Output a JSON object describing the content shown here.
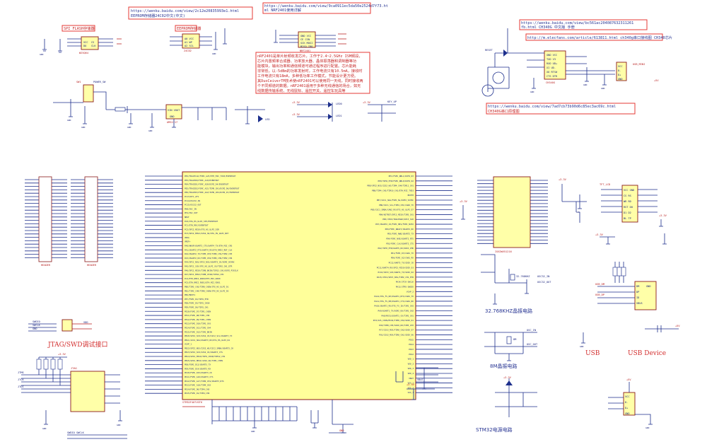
{
  "schematic": {
    "notes": {
      "flash_url": "https://wenku.baidu.com/view/2c12e20835993e1.html",
      "flash_desc": "SPI FLASH存储器",
      "eeprom_desc": "EEPROM存储器24C02中文(中文)",
      "eeprom_label": "EEPROM存储器",
      "nrf_url": "https://wenku.baidu.com/view/9ca0911ec5da50e2524d7f73.ht",
      "nrf_url_2": "ml NRF2401使用详解",
      "nrf_text": [
        "nRF2401是单片射频收发芯片，工作于2.4~2.5GHz ISM频段，",
        "芯片内置频率合成器、功率放大器、晶体振荡器和调制器等功",
        "能模块，输出功率和通信频道可通过程序进行配置。芯片能耗",
        "非常低，以-5dBm的功率发射时，工作电流只有10.5mA，接收时",
        "工作电流只有18mA，多种低功率工作模式，节能设计更方便。",
        "其DuoCeiverTM技术使nRF2401可以使用同一天线，同时接收两",
        "个不同频道的数据。nRF2401适用于多种无线通信的场合，如无",
        "线数据传输系统、无线鼠标、遥控开关、遥控车玩具等"
      ],
      "ch340_url_1": "https://wenku.baidu.com/view/bc561ac204087632311261",
      "ch340_url_1b": "fb.html  CH340G 中文版 手册",
      "ch340_url_2": "http://m.elecfans.com/article/613811.html ch340g串口接线图 CH340芯片",
      "ch340_url_3": "https://wenku.baidu.com/view/7ad7cb73b90d6c85ec3ac69c.html",
      "ch340_desc": "CH340G串口原理图",
      "jtag_title": "JTAG/SWD调试接口",
      "usb_label": "USB",
      "usb_device_label": "USB Device",
      "osc_32k": "32.768KHZ晶振电路",
      "osc_8m": "8M晶振电路",
      "stm32_power": "STM32电源电路"
    },
    "chips": {
      "mcu": "STM32F407VGT6",
      "flash": "W25Q64",
      "eeprom": "24C02",
      "nrf": "NRF2401",
      "ch340": "CH340G",
      "sram": "IS62WV51216",
      "usb": "USB_MINI"
    },
    "mcu_pins_left": [
      "PE2/TRACECLK/FSMC_A23/ETH_MII_TXD3/EVENTOUT",
      "PE3/TRACED0/FSMC_A19/EVENTOUT",
      "PE4/TRACED1/FSMC_A20/DCMI_D4/EVENTOUT",
      "PE5/TRACED2/FSMC_A21/TIM9_CH1/DCMI_D6/EVENTOUT",
      "PE6/TRACED3/FSMC_A22/TIM9_CH2/DCMI_D7/EVENTOUT",
      "PC13/RTC_AF1",
      "PC14/OSC32_IN",
      "PC15/OSC32_OUT",
      "PH0/OSC_IN",
      "PH1/OSC_OUT",
      "NRST",
      "PC0/OTG_HS_ULPI_STP/EVENTOUT",
      "PC1/ETH_MDC/EVENTOUT",
      "PC2/SPI2_MISO/OTG_HS_ULPI_DIR",
      "PC3/SPI2_MOSI/I2S2_SD/OTG_HS_ULPI_NXT",
      "VDDA",
      "VREF+",
      "PA0/WKUP/USART2_CTS/UART4_TX/ETH_MII_CRS",
      "PA1/USART2_RTS/UART4_RX/ETH_RMII_REF_CLK",
      "PA2/USART2_TX/TIM5_CH3/TIM9_CH1/TIM2_CH3",
      "PA3/USART2_RX/TIM5_CH4/TIM9_CH2/TIM2_CH4",
      "PA4/SPI1_NSS/SPI3_NSS/USART2_CK/DCMI_HSYNC",
      "PA5/SPI1_SCK/OTG_HS_ULPI_CK/TIM2_CH1_ETR",
      "PA6/SPI1_MISO/TIM8_BKIN/TIM13_CH1/DCMI_PIXCLK",
      "PA7/SPI1_MOSI/TIM8_CH1N/TIM14_CH1",
      "PC4/ETH_RMII_RXD0/ETH_MII_RXD0",
      "PC5/ETH_RMII_RXD1/ETH_MII_RXD1",
      "PB0/TIM3_CH3/TIM8_CH2N/OTG_HS_ULPI_D1",
      "PB1/TIM3_CH4/TIM8_CH3N/OTG_HS_ULPI_D2",
      "PB2/BOOT1",
      "PE7/FSMC_D4/TIM1_ETR",
      "PE8/FSMC_D5/TIM1_CH1N",
      "PE9/FSMC_D6/TIM1_CH1",
      "PE10/FSMC_D7/TIM1_CH2N",
      "PE11/FSMC_D8/TIM1_CH2",
      "PE12/FSMC_D9/TIM1_CH3N",
      "PE13/FSMC_D10/TIM1_CH3",
      "PE14/FSMC_D11/TIM1_CH4",
      "PE15/FSMC_D12/TIM1_BKIN",
      "PB10/SPI2_SCK/I2S2_CK/I2C2_SCL/USART3_TX",
      "PB11/I2C2_SDA/USART3_RX/OTG_HS_ULPI_D4",
      "VCAP_1",
      "PB12/SPI2_NSS/I2S2_WS/I2C2_SMBA/USART3_CK",
      "PB13/SPI2_SCK/I2S2_CK/USART3_CTS",
      "PB14/SPI2_MISO/TIM1_CH2N/TIM12_CH1",
      "PB15/SPI2_MOSI/I2S2_SD/TIM1_CH3N",
      "PD8/FSMC_D13/USART3_TX",
      "PD9/FSMC_D14/USART3_RX",
      "PD10/FSMC_D15/USART3_CK",
      "PD11/FSMC_A16/USART3_CTS",
      "PD12/FSMC_A17/TIM4_CH1/USART3_RTS",
      "PD13/FSMC_A18/TIM4_CH2",
      "PD14/FSMC_D0/TIM4_CH3",
      "PD15/FSMC_D1/TIM4_CH4"
    ],
    "mcu_pins_right": [
      "PE1/FSMC_NBL1/DCMI_D3",
      "PE0/TIM4_ETR/FSMC_NBL0/DCMI_D2",
      "PB9/SPI2_NSS/I2S2_WS/TIM4_CH4/TIM11_CH1",
      "PB8/TIM4_CH3/TIM10_CH1/ETH_MII_TXD3",
      "BOOT0",
      "PB7/I2C1_SDA/FSMC_NL/DCMI_VSYNC",
      "PB6/I2C1_SCL/TIM4_CH1/CAN2_TX",
      "PB5/I2C1_SMBA/CAN2_RX/OTG_HS_ULPI_D7",
      "PB4/NJTRST/SPI3_MISO/TIM3_CH1",
      "PB3/JTDO/TRACESWO/SPI3_SCK",
      "PD7/USART2_CK/FSMC_NE1/FSMC_NCE2",
      "PD6/FSMC_NWAIT/USART2_RX",
      "PD5/FSMC_NWE/USART2_TX",
      "PD4/FSMC_NOE/USART2_RTS",
      "PD3/FSMC_CLK/USART2_CTS",
      "PD2/TIM3_ETR/UART5_RX/SDIO_CMD",
      "PD1/FSMC_D3/CAN1_TX",
      "PD0/FSMC_D2/CAN1_RX",
      "PC12/UART5_TX/SDIO_CK",
      "PC11/UART4_RX/SPI3_MISO/SDIO_D3",
      "PC10/SPI3_SCK/UART4_TX/SDIO_D2",
      "PA15/JTDI/SPI3_NSS/TIM2_CH1_ETR",
      "PA14/JTCK-SWCLK",
      "PA13/JTMS-SWDIO",
      "VCAP_2",
      "PA12/OTG_FS_DP/USART1_RTS/CAN1_TX",
      "PA11/OTG_FS_DM/USART1_CTS/CAN1_RX",
      "PA10/USART1_RX/OTG_FS_ID/TIM1_CH3",
      "PA9/USART1_TX/DCMI_D0/TIM1_CH2",
      "PA8/MCO1/USART1_CK/TIM1_CH1",
      "PC9/I2S_CKIN/MCO2/TIM8_CH4/SDIO_D1",
      "PC8/TIM8_CH3/SDIO_D0/TIM3_CH3",
      "PC7/I2S3_MCK/TIM8_CH2/SDIO_D7",
      "PC6/I2S2_MCK/TIM8_CH1/SDIO_D6",
      "PD15",
      "PD14",
      "PD13",
      "PD12",
      "VDD_1",
      "VDD_2",
      "VDD_3",
      "VDD_4",
      "VBAT",
      "VSS_1",
      "VSS_2",
      "VSS_3"
    ]
  }
}
